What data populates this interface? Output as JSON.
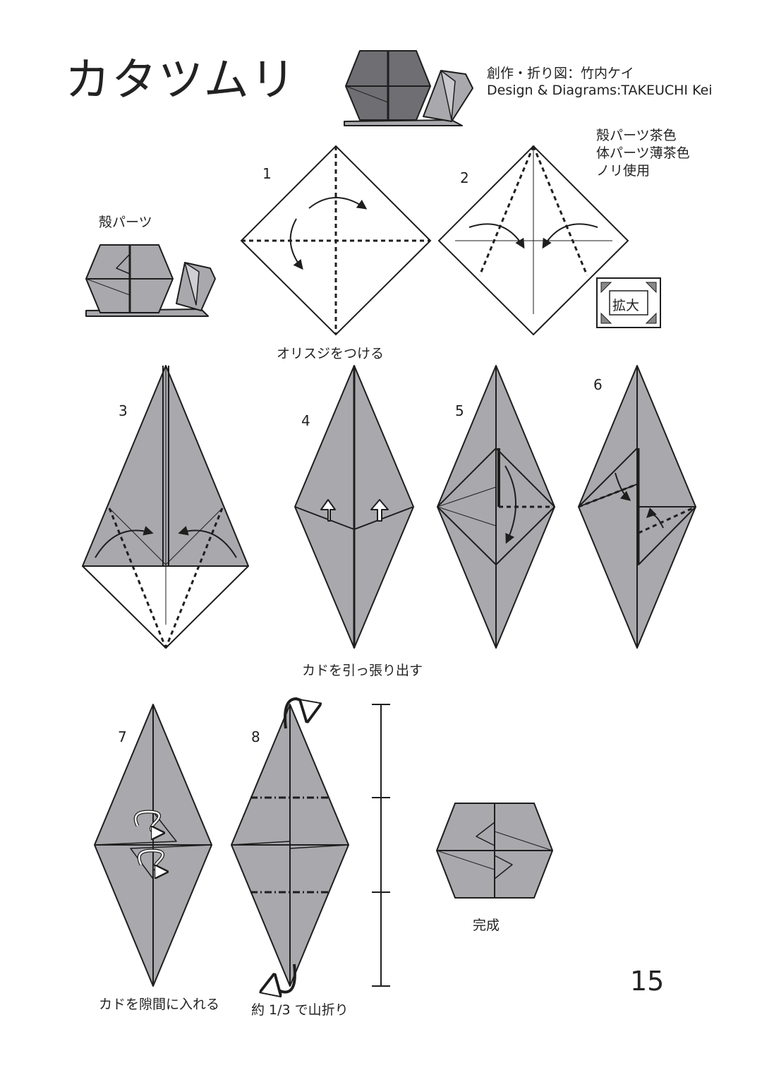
{
  "title": "カタツムリ",
  "credit": {
    "ja": "創作・折り図：竹内ケイ",
    "en": "Design & Diagrams:TAKEUCHI Kei"
  },
  "paper_colors": [
    "殻パーツ茶色",
    "体パーツ薄茶色",
    "ノリ使用"
  ],
  "part_label": "殻パーツ",
  "zoom_label": "拡大",
  "steps": [
    "1",
    "2",
    "3",
    "4",
    "5",
    "6",
    "7",
    "8"
  ],
  "captions": {
    "crease": "オリスジをつける",
    "pull": "カドを引っ張り出す",
    "insert": "カドを隙間に入れる",
    "mountain": "約 1/3 で山折り",
    "done": "完成"
  },
  "page_number": "15",
  "colors": {
    "paper": "#a9a8ac",
    "shell_dark": "#6f6e72",
    "line": "#1e1e1e"
  }
}
